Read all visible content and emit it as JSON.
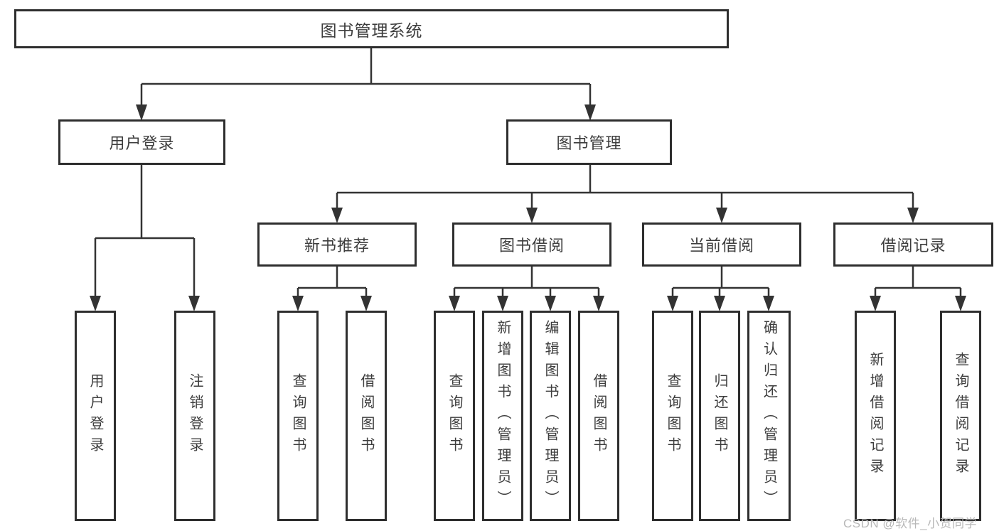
{
  "diagram": {
    "root": "图书管理系统",
    "branches": {
      "userLogin": "用户登录",
      "bookManagement": "图书管理"
    },
    "modules": {
      "newBookRecommend": "新书推荐",
      "bookBorrow": "图书借阅",
      "currentBorrow": "当前借阅",
      "borrowRecord": "借阅记录"
    },
    "leaves": {
      "userLogin": "用户登录",
      "logoutLogin": "注销登录",
      "nbQueryBook": "查询图书",
      "nbBorrowBook": "借阅图书",
      "bbQueryBook": "查询图书",
      "bbAddBook": "新增图书（管理员）",
      "bbEditBook": "编辑图书（管理员）",
      "bbBorrowBook": "借阅图书",
      "cbQueryBook": "查询图书",
      "cbReturnBook": "归还图书",
      "cbConfirmReturn": "确认归还（管理员）",
      "brAddRecord": "新增借阅记录",
      "brQueryRecord": "查询借阅记录"
    }
  },
  "watermark": "CSDN @软件_小贺同学",
  "colors": {
    "line": "#333333",
    "border": "#2e2e2e",
    "text": "#3d3d3d",
    "watermark": "#b5b5b5"
  }
}
